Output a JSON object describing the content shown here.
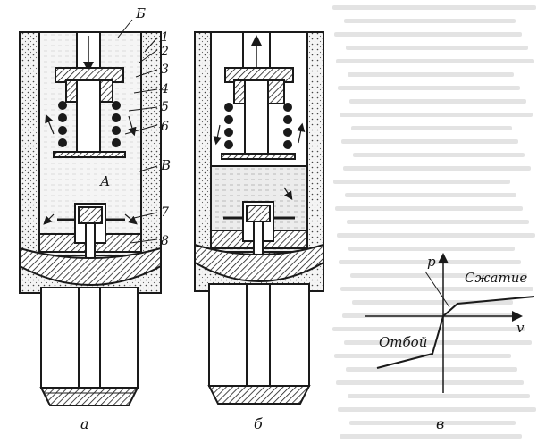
{
  "colors": {
    "ink": "#1a1a1a",
    "paper": "#ffffff",
    "fluid": "#e9e9e9"
  },
  "labels": {
    "part_1": "1",
    "part_2": "2",
    "part_3": "3",
    "part_4": "4",
    "part_5": "5",
    "part_6": "6",
    "part_7": "7",
    "part_8": "8",
    "chamber_b": "Б",
    "chamber_v": "В",
    "chamber_a": "А"
  },
  "captions": {
    "a": "а",
    "b": "б",
    "v": "в"
  },
  "graph": {
    "axis_p": "p",
    "axis_v": "v",
    "compression": "Сжатие",
    "rebound": "Отбой"
  }
}
